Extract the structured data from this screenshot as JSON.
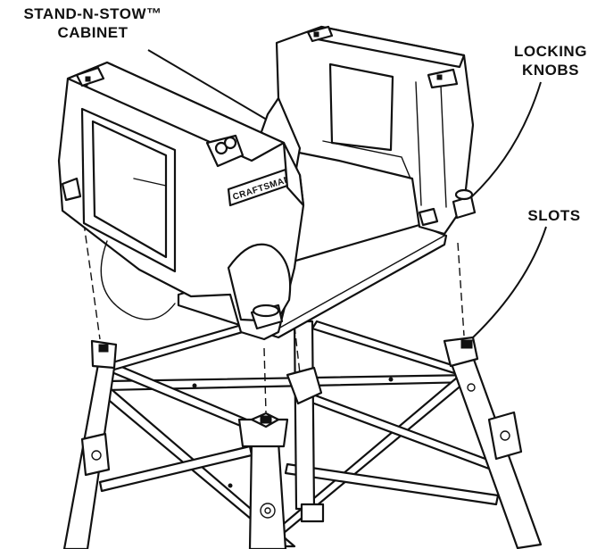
{
  "callouts": {
    "cabinet": {
      "line1": "STAND-N-STOW™",
      "line2": "CABINET"
    },
    "locking_knobs": {
      "line1": "LOCKING",
      "line2": "KNOBS"
    },
    "slots": {
      "line1": "SLOTS"
    }
  },
  "brand_plate": "CRAFTSMAN"
}
